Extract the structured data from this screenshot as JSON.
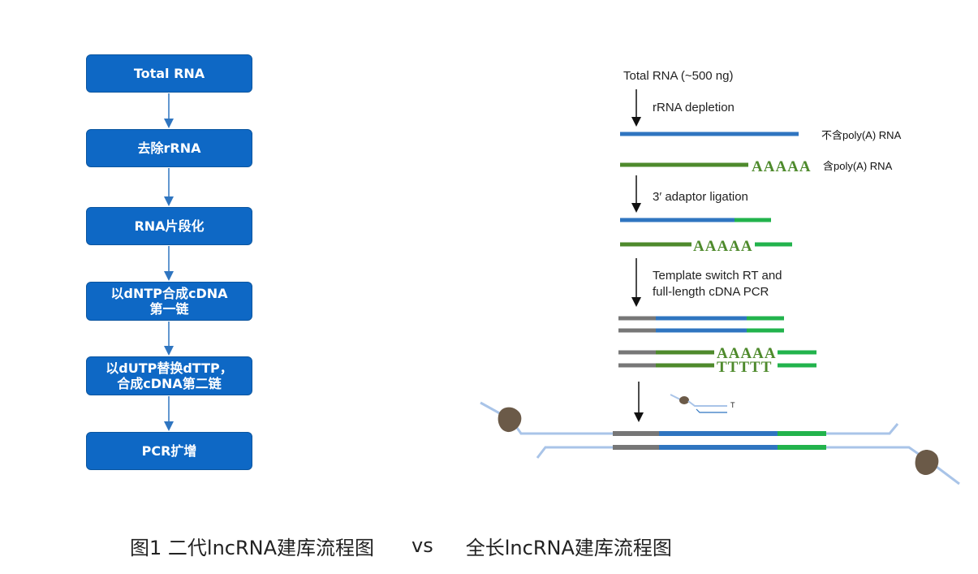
{
  "left_flow": {
    "steps": [
      {
        "line1": "Total RNA",
        "line2": ""
      },
      {
        "line1": "去除rRNA",
        "line2": ""
      },
      {
        "line1": "RNA片段化",
        "line2": ""
      },
      {
        "line1": "以dNTP合成cDNA",
        "line2": "第一链"
      },
      {
        "line1": "以dUTP替换dTTP，",
        "line2": "合成cDNA第二链"
      },
      {
        "line1": "PCR扩增",
        "line2": ""
      }
    ]
  },
  "right_diagram": {
    "start_label": "Total RNA (~500 ng)",
    "step1_label": "rRNA depletion",
    "nonpolya_label": "不含poly(A) RNA",
    "polya_label": "含poly(A) RNA",
    "step2_label": "3′ adaptor ligation",
    "step3_line1": "Template switch RT and",
    "step3_line2": "full-length cDNA PCR",
    "polya_tail": "AAAAA",
    "polyt_tail": "TTTTT",
    "small_t": "T",
    "colors": {
      "blue_strand": "#2f75c0",
      "green_polya": "#4e8a2c",
      "green_adaptor": "#22b34c",
      "gray_primer": "#777777",
      "light_blue": "#a9c4e8",
      "pore_brown": "#6b5a48"
    }
  },
  "caption": {
    "left": "图1 二代lncRNA建库流程图",
    "vs": "vs",
    "right": "全长lncRNA建库流程图"
  }
}
